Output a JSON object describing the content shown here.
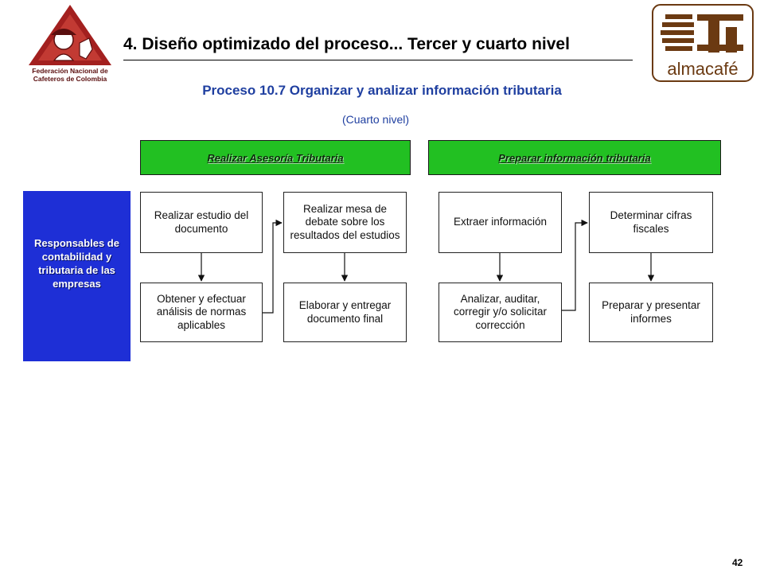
{
  "header": {
    "title": "4. Diseño optimizado del proceso... Tercer y cuarto nivel",
    "fnc_logo_line1": "Federación Nacional de",
    "fnc_logo_line2": "Cafeteros de Colombia",
    "almacafe_logo": "almacafé"
  },
  "process": {
    "title": "Proceso 10.7 Organizar y analizar información tributaria",
    "level": "(Cuarto nivel)"
  },
  "phases": [
    {
      "label": "Realizar Asesoría Tributaria"
    },
    {
      "label": "Preparar información tributaria"
    }
  ],
  "role": "Responsables de contabilidad y tributaria  de las empresas",
  "steps": {
    "s1": "Realizar estudio del documento",
    "s2": "Obtener y efectuar análisis de normas aplicables",
    "s3": "Realizar mesa de debate sobre los resultados del estudios",
    "s4": "Elaborar y entregar documento final",
    "s5": "Extraer información",
    "s6": "Analizar, auditar, corregir y/o solicitar corrección",
    "s7": "Determinar cifras fiscales",
    "s8": "Preparar y presentar informes"
  },
  "page_number": "42",
  "colors": {
    "title_blue": "#1f3fa0",
    "phase_green": "#22c022",
    "role_blue": "#1e2fd6",
    "fnc_red": "#a3201f",
    "almacafe_brown": "#6b3a12"
  }
}
